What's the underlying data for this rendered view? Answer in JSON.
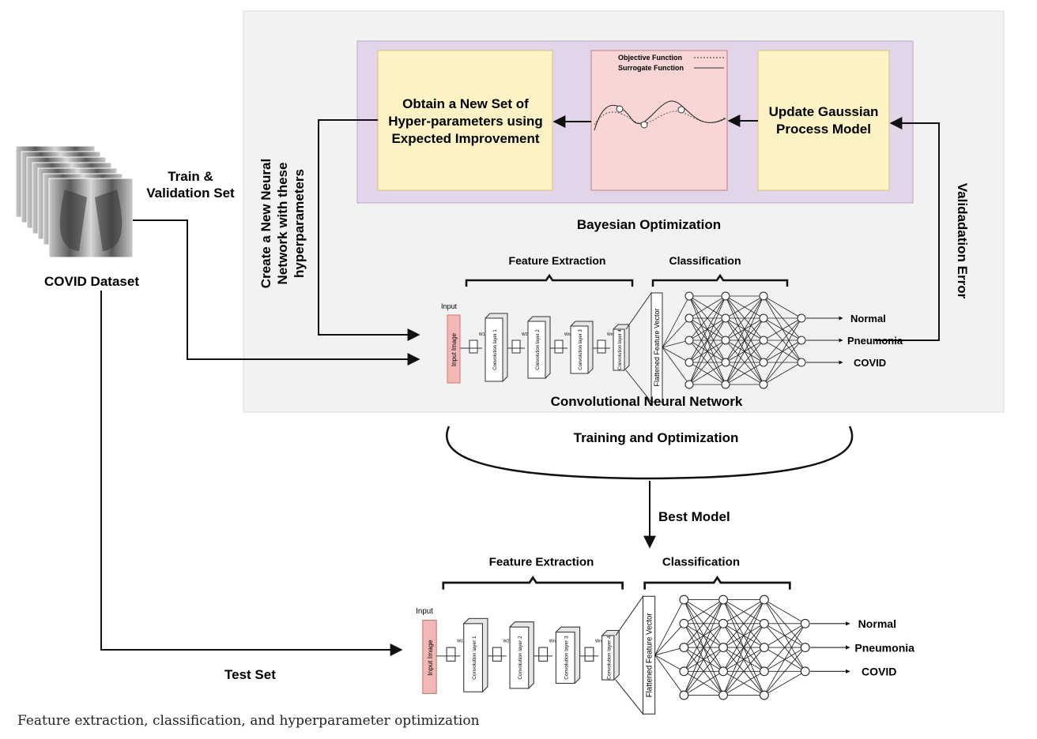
{
  "dataset": {
    "label": "COVID Dataset"
  },
  "edges": {
    "train_val": [
      "Train &",
      "Validation Set"
    ],
    "create_network": [
      "Create a New Neural",
      "Network with these",
      "hyperparameters"
    ],
    "validation_error": "Validadation Error",
    "best_model": "Best Model",
    "test_set": "Test Set"
  },
  "bayesian": {
    "title": "Bayesian Optimization",
    "obtain_box": [
      "Obtain a New Set of",
      "Hyper-parameters using",
      "Expected Improvement"
    ],
    "update_box": [
      "Update Gaussian",
      "Process Model"
    ],
    "legend": [
      "Objective Function",
      "Surrogate Function"
    ]
  },
  "cnn_top": {
    "title": "Convolutional Neural Network",
    "section_feature": "Feature Extraction",
    "section_class": "Classification",
    "input_label": "Input",
    "input_image": "Input Image",
    "layers": [
      "Convolution layer 1",
      "Convolution layer 2",
      "Convolution layer 3",
      "Convolution layer 4"
    ],
    "weights": [
      "W1",
      "W2",
      "Wn",
      "Wn"
    ],
    "flatten": "Flattened Feature Vector",
    "outputs": [
      "Normal",
      "Pneumonia",
      "COVID"
    ]
  },
  "training": {
    "label": "Training and Optimization"
  },
  "cnn_bottom": {
    "section_feature": "Feature Extraction",
    "section_class": "Classification",
    "input_label": "Input",
    "input_image": "Input Image",
    "layers": [
      "Convolution layer 1",
      "Convolution layer 2",
      "Convolution layer 3",
      "Convolution layer 4"
    ],
    "weights": [
      "W1",
      "W2",
      "Wn",
      "Wn"
    ],
    "flatten": "Flattened Feature Vector",
    "outputs": [
      "Normal",
      "Pneumonia",
      "COVID"
    ]
  },
  "caption": "Feature extraction, classification, and hyperparameter optimization",
  "colors": {
    "panel": "#f2f2f2",
    "purple": "#e2d5e9",
    "yellow": "#fdf2c4",
    "pink": "#f9d6d5",
    "input_red": "#f2b8b5"
  }
}
